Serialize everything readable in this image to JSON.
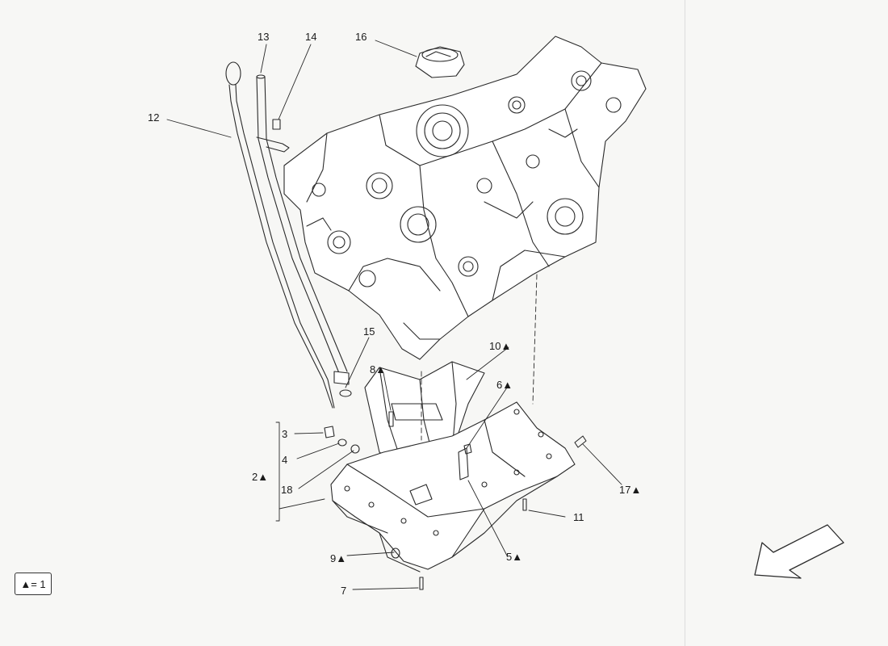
{
  "callouts": {
    "c1": "13",
    "c2": "14",
    "c3": "16",
    "c4": "12",
    "c5": "15",
    "c6": "10▲",
    "c7": "8▲",
    "c8": "6▲",
    "c9": "3",
    "c10": "4",
    "c11": "2▲",
    "c12": "18",
    "c13": "17▲",
    "c14": "11",
    "c15": "9▲",
    "c16": "5▲",
    "c17": "7"
  },
  "legend": {
    "text": "▲= 1"
  },
  "colors": {
    "line": "#2a2a2a",
    "background": "#f7f7f5",
    "fill": "#ffffff"
  },
  "icons": {
    "orientation": "direction-arrow-icon"
  }
}
